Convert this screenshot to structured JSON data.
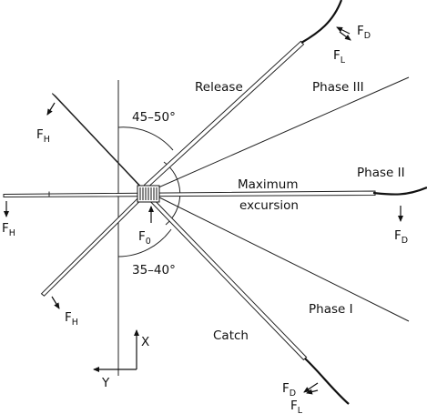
{
  "labels": {
    "release": "Release",
    "phase_iii": "Phase III",
    "phase_ii": "Phase II",
    "phase_i": "Phase I",
    "catch": "Catch",
    "maximum": "Maximum",
    "excursion": "excursion",
    "angle_upper": "45–50°",
    "angle_lower": "35–40°",
    "axis_x": "X",
    "axis_y": "Y"
  },
  "forces": {
    "F": "F",
    "sub_D": "D",
    "sub_L": "L",
    "sub_H": "H",
    "sub_0": "0"
  },
  "colors": {
    "line": "#222222",
    "background": "#ffffff"
  }
}
